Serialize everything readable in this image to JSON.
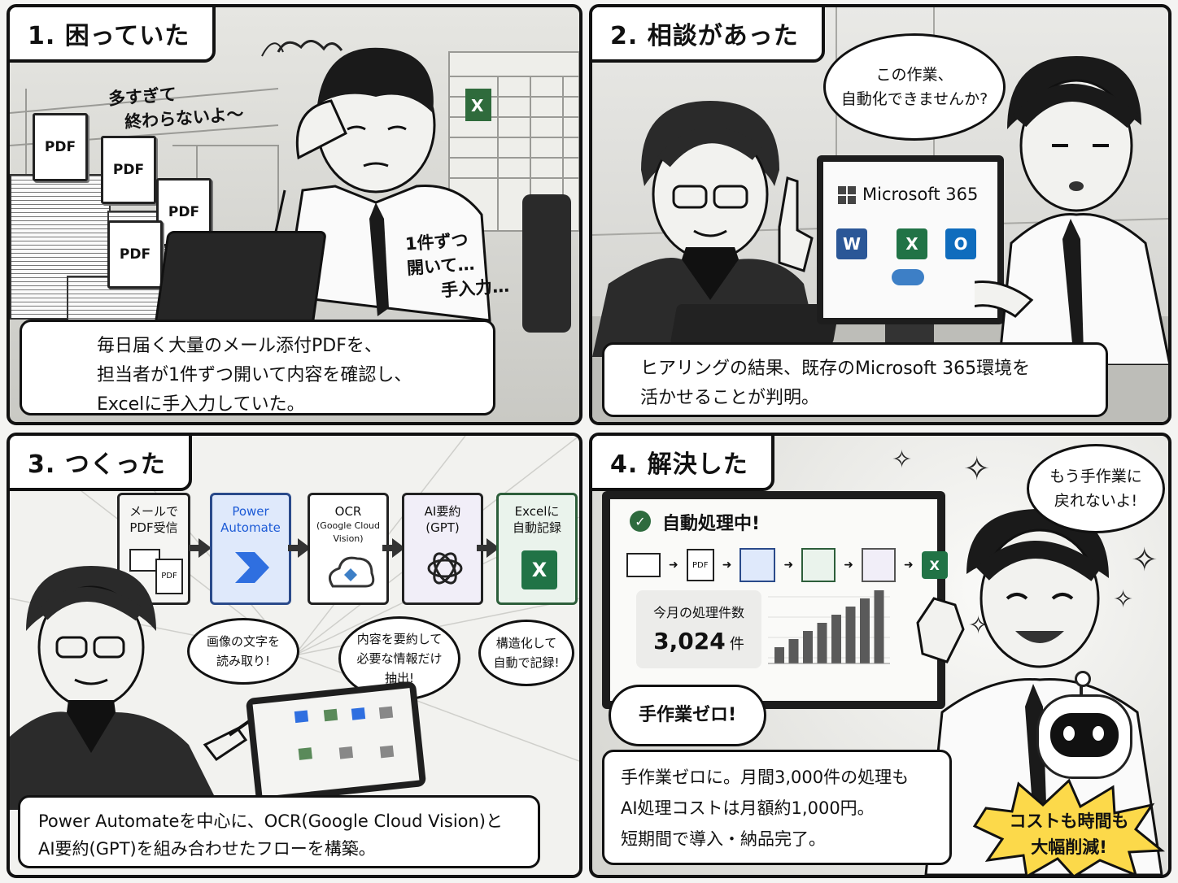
{
  "panel1": {
    "title": "1. 困っていた",
    "thought": [
      "多すぎて",
      "終わらないよ〜"
    ],
    "pdf_label": "PDF",
    "mutter": [
      "1件ずつ",
      "開いて…",
      "手入力…"
    ],
    "caption": [
      "毎日届く大量のメール添付PDFを、",
      "担当者が1件ずつ開いて内容を確認し、",
      "Excelに手入力していた。"
    ]
  },
  "panel2": {
    "title": "2. 相談があった",
    "bubble": [
      "この作業、",
      "自動化できませんか?"
    ],
    "screen_title": "Microsoft 365",
    "app_icons": [
      "word-icon",
      "excel-icon",
      "outlook-icon",
      "onedrive-icon"
    ],
    "caption": [
      "ヒアリングの結果、既存のMicrosoft 365環境を",
      "活かせることが判明。"
    ]
  },
  "panel3": {
    "title": "3. つくった",
    "flow": [
      {
        "lines": [
          "メールで",
          "PDF受信"
        ],
        "sub": "",
        "icon": "mail-pdf-icon"
      },
      {
        "lines": [
          "Power",
          "Automate"
        ],
        "sub": "",
        "icon": "power-automate-icon"
      },
      {
        "lines": [
          "OCR"
        ],
        "sub": "(Google Cloud Vision)",
        "icon": "google-cloud-vision-icon"
      },
      {
        "lines": [
          "AI要約",
          "(GPT)"
        ],
        "sub": "",
        "icon": "openai-icon"
      },
      {
        "lines": [
          "Excelに",
          "自動記録"
        ],
        "sub": "",
        "icon": "excel-icon"
      }
    ],
    "notes": [
      [
        "画像の文字を",
        "読み取り!"
      ],
      [
        "内容を要約して",
        "必要な情報だけ",
        "抽出!"
      ],
      [
        "構造化して",
        "自動で記録!"
      ]
    ],
    "caption": [
      "Power Automateを中心に、OCR(Google Cloud Vision)と",
      "AI要約(GPT)を組み合わせたフローを構築。"
    ]
  },
  "panel4": {
    "title": "4. 解決した",
    "status": "自動処理中!",
    "count_label": "今月の処理件数",
    "count_value": "3,024",
    "count_unit": "件",
    "bars": [
      2,
      3,
      4,
      5,
      6,
      7,
      8,
      9
    ],
    "zero_label": "手作業ゼロ!",
    "bubble": [
      "もう手作業に",
      "戻れないよ!"
    ],
    "burst": [
      "コストも時間も",
      "大幅削減!"
    ],
    "caption": [
      "手作業ゼロに。月間3,000件の処理も",
      "AI処理コストは月額約1,000円。",
      "短期間で導入・納品完了。"
    ]
  }
}
